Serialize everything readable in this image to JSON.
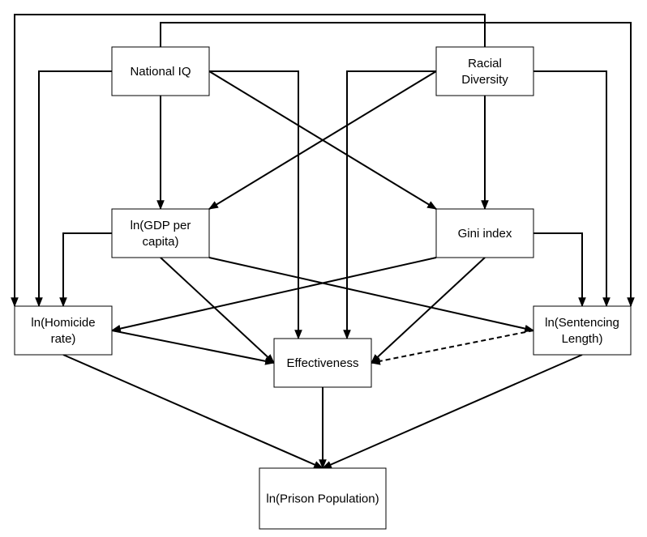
{
  "nodes": {
    "national_iq": {
      "lines": [
        "National IQ"
      ]
    },
    "racial_diversity": {
      "lines": [
        "Racial",
        "Diversity"
      ]
    },
    "gdp": {
      "lines": [
        "ln(GDP per",
        "capita)"
      ]
    },
    "gini": {
      "lines": [
        "Gini index"
      ]
    },
    "homicide": {
      "lines": [
        "ln(Homicide",
        "rate)"
      ]
    },
    "effectiveness": {
      "lines": [
        "Effectiveness"
      ]
    },
    "sentencing": {
      "lines": [
        "ln(Sentencing",
        "Length)"
      ]
    },
    "prison": {
      "lines": [
        "ln(Prison Population)"
      ]
    }
  },
  "edges": [
    {
      "from": "national_iq",
      "to": "homicide",
      "style": "solid"
    },
    {
      "from": "national_iq",
      "to": "gdp",
      "style": "solid"
    },
    {
      "from": "national_iq",
      "to": "effectiveness",
      "style": "solid"
    },
    {
      "from": "national_iq",
      "to": "gini",
      "style": "solid"
    },
    {
      "from": "national_iq",
      "to": "sentencing",
      "style": "solid"
    },
    {
      "from": "racial_diversity",
      "to": "homicide",
      "style": "solid"
    },
    {
      "from": "racial_diversity",
      "to": "gdp",
      "style": "solid"
    },
    {
      "from": "racial_diversity",
      "to": "effectiveness",
      "style": "solid"
    },
    {
      "from": "racial_diversity",
      "to": "gini",
      "style": "solid"
    },
    {
      "from": "racial_diversity",
      "to": "sentencing",
      "style": "solid"
    },
    {
      "from": "gdp",
      "to": "homicide",
      "style": "solid"
    },
    {
      "from": "gdp",
      "to": "effectiveness",
      "style": "solid"
    },
    {
      "from": "gdp",
      "to": "sentencing",
      "style": "solid"
    },
    {
      "from": "gini",
      "to": "homicide",
      "style": "solid"
    },
    {
      "from": "gini",
      "to": "effectiveness",
      "style": "solid"
    },
    {
      "from": "gini",
      "to": "sentencing",
      "style": "solid"
    },
    {
      "from": "homicide",
      "to": "effectiveness",
      "style": "solid"
    },
    {
      "from": "sentencing",
      "to": "effectiveness",
      "style": "dashed"
    },
    {
      "from": "homicide",
      "to": "prison",
      "style": "solid"
    },
    {
      "from": "effectiveness",
      "to": "prison",
      "style": "solid"
    },
    {
      "from": "sentencing",
      "to": "prison",
      "style": "solid"
    }
  ]
}
